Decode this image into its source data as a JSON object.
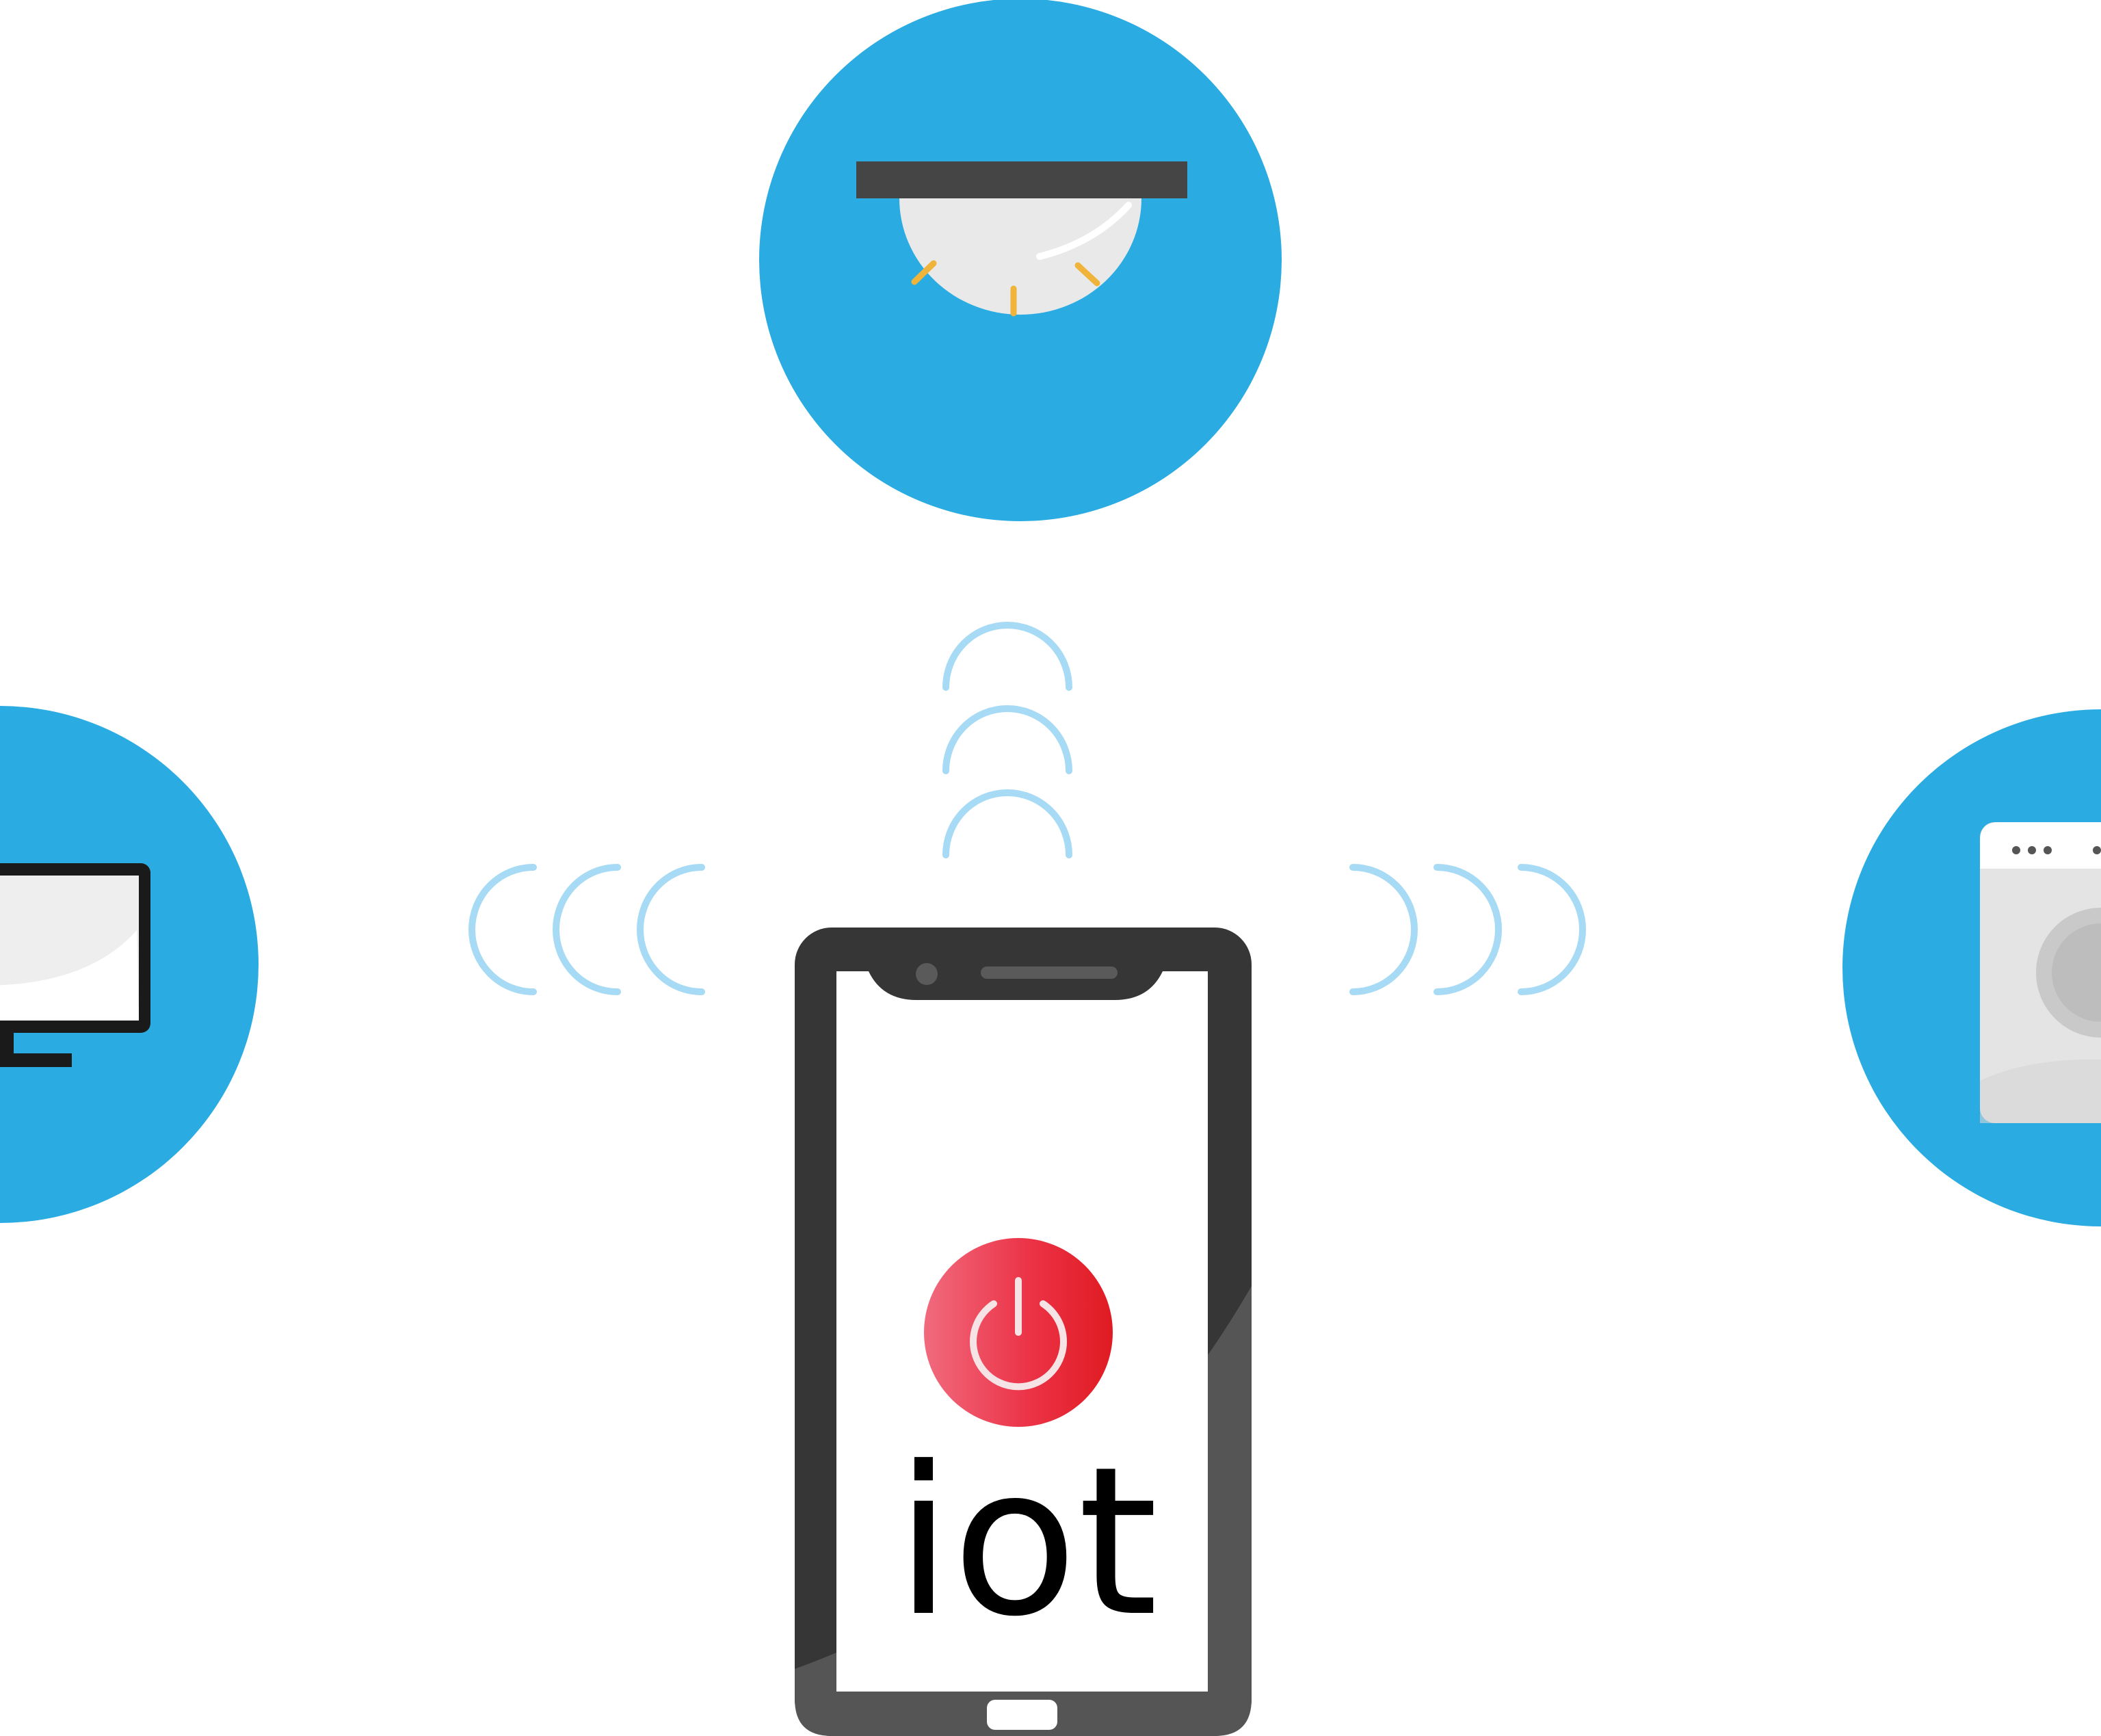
{
  "screen": {
    "label": "iot"
  },
  "devices": [
    {
      "id": "ceiling-light",
      "icon": "ceiling-light-icon"
    },
    {
      "id": "monitor",
      "icon": "monitor-icon"
    },
    {
      "id": "washing-machine",
      "icon": "washing-machine-icon"
    }
  ],
  "colors": {
    "circle": "#2aace3",
    "wave": "#a7daf4",
    "phone_body": "#363636",
    "screen": "#ffffff",
    "power_red": "#e8212d",
    "lamp_bar": "#454545",
    "lamp_dome": "#e9e9e9",
    "lamp_rays": "#f0b43a",
    "appliance": "#e4e4e4",
    "text": "#000000"
  }
}
